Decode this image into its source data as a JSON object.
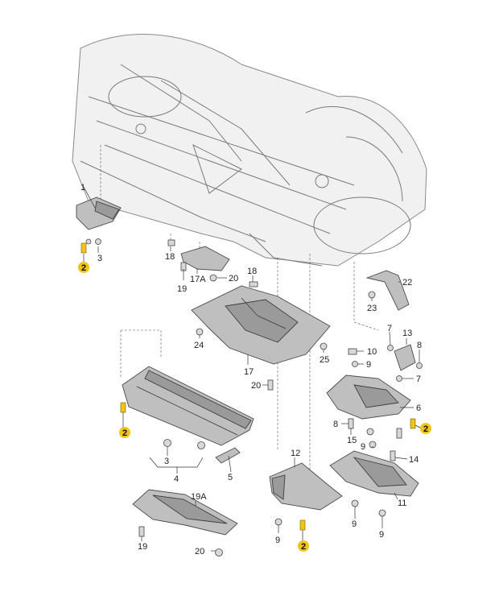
{
  "callouts": {
    "c1": "1",
    "c2a": "2",
    "c3a": "3",
    "c18a": "18",
    "c17a": "17A",
    "c19a": "19",
    "c20a": "20",
    "c18b": "18",
    "c24": "24",
    "c17": "17",
    "c25": "25",
    "c20b": "20",
    "c22": "22",
    "c23": "23",
    "c7": "7",
    "c13": "13",
    "c8a": "8",
    "c10": "10",
    "c9a": "9",
    "c7b": "7",
    "c6": "6",
    "c8b": "8",
    "c15": "15",
    "c9b": "9",
    "c2b": "2",
    "c14": "14",
    "c2c": "2",
    "c3b": "3",
    "c4": "4",
    "c5": "5",
    "c12": "12",
    "c11": "11",
    "c19A": "19A",
    "c19b": "19",
    "c20c": "20",
    "c9c": "9",
    "c2d": "2",
    "c9d": "9",
    "c9e": "9"
  },
  "colors": {
    "highlight": "#f0c419",
    "part": "#bfbfbf",
    "line": "#4a4a4a"
  }
}
